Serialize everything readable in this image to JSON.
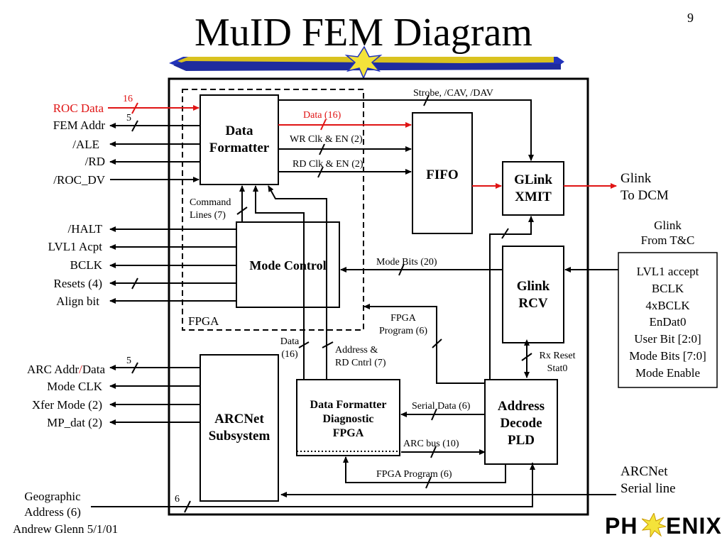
{
  "slide": {
    "title": "MuID FEM Diagram",
    "page_number": "9",
    "author_line": "Andrew Glenn 5/1/01",
    "logo": {
      "part1": "PH",
      "part2": "ENIX"
    }
  },
  "colors": {
    "red": "#e01414",
    "black": "#000000",
    "banner_blue": "#2233bb",
    "banner_gold": "#d9c21f",
    "star": "#f4e33a"
  },
  "blocks": {
    "data_formatter": [
      "Data",
      "Formatter"
    ],
    "fifo": [
      "FIFO"
    ],
    "glink_xmit": [
      "GLink",
      "XMIT"
    ],
    "mode_control": [
      "Mode Control"
    ],
    "glink_rcv": [
      "Glink",
      "RCV"
    ],
    "arcnet_subsystem": [
      "ARCNet",
      "Subsystem"
    ],
    "df_diag_fpga": [
      "Data Formatter",
      "Diagnostic",
      "FPGA"
    ],
    "address_decode": [
      "Address",
      "Decode",
      "PLD"
    ],
    "fpga_label": "FPGA"
  },
  "left_signals": {
    "roc_data": "ROC Data",
    "fem_addr": "FEM Addr",
    "ale": "/ALE",
    "rd": "/RD",
    "roc_dv": "/ROC_DV",
    "halt": "/HALT",
    "lvl1_acpt": "LVL1 Acpt",
    "bclk": "BCLK",
    "resets": "Resets (4)",
    "align_bit": "Align bit",
    "arc_addr": "ARC Addr",
    "arc_slash": "/",
    "arc_data": "Data",
    "mode_clk": "Mode CLK",
    "xfer_mode": "Xfer Mode (2)",
    "mp_dat": "MP_dat (2)",
    "geo_addr": [
      "Geographic",
      "Address (6)"
    ]
  },
  "bus_widths": {
    "roc_data": "16",
    "fem_addr": "5",
    "arc_addr": "5",
    "geo_addr": "6"
  },
  "internal_labels": {
    "strobe": "Strobe, /CAV, /DAV",
    "data16": "Data (16)",
    "wr_clk": "WR Clk & EN (2)",
    "rd_clk": "RD Clk & EN (2)",
    "command_lines": [
      "Command",
      "Lines (7)"
    ],
    "mode_bits": "Mode Bits (20)",
    "fpga_program": [
      "FPGA",
      "Program (6)"
    ],
    "data_16": [
      "Data",
      "(16)"
    ],
    "address_rd": [
      "Address &",
      "RD Cntrl (7)"
    ],
    "rx_reset": [
      "Rx Reset",
      "Stat0"
    ],
    "serial_data": "Serial Data (6)",
    "arc_bus": "ARC bus (10)",
    "fpga_program_bottom": "FPGA Program (6)"
  },
  "right_side": {
    "glink_to_dcm": [
      "Glink",
      "To DCM"
    ],
    "glink_from_tc": [
      "Glink",
      "From T&C"
    ],
    "tc_box": [
      "LVL1 accept",
      "BCLK",
      "4xBCLK",
      "EnDat0",
      "User Bit [2:0]",
      "Mode Bits [7:0]",
      "Mode Enable"
    ],
    "arcnet_serial": [
      "ARCNet",
      "Serial line"
    ]
  }
}
